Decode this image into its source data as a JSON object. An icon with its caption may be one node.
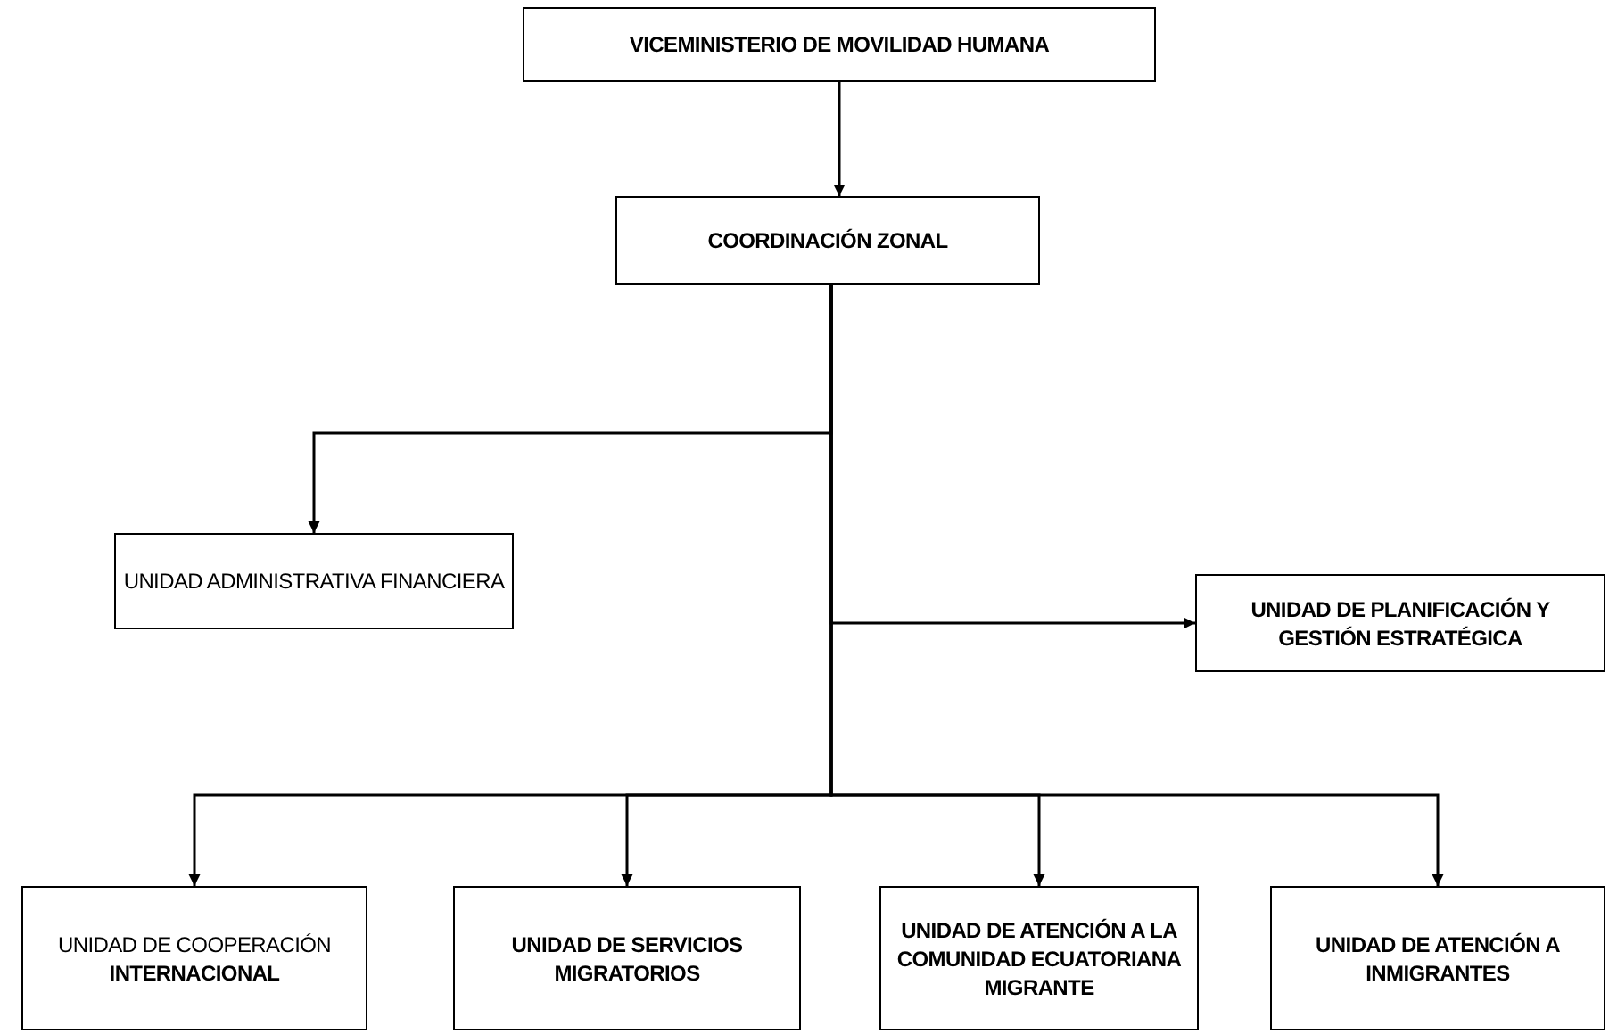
{
  "diagram": {
    "nodes": [
      {
        "text": [
          "VICEMINISTERIO DE MOVILIDAD HUMANA"
        ]
      },
      {
        "text": [
          "COORDINACIÓN ZONAL"
        ]
      },
      {
        "text": [
          "UNIDAD ADMINISTRATIVA FINANCIERA"
        ]
      },
      {
        "text": [
          "UNIDAD DE PLANIFICACIÓN Y GESTIÓN ESTRATÉGICA"
        ]
      },
      {
        "text": [
          "UNIDAD DE COOPERACIÓN **INTERNACIONAL**"
        ]
      },
      {
        "text": [
          "UNIDAD DE SERVICIOS MIGRATORIOS"
        ]
      },
      {
        "text": [
          "UNIDAD DE ATENCIÓN A LA COMUNIDAD ECUATORIANA MIGRANTE"
        ]
      },
      {
        "text": [
          "UNIDAD DE ATENCIÓN A INMIGRANTES"
        ]
      }
    ],
    "edges": [
      {
        "from": 0,
        "to": 1,
        "arrow": "to"
      },
      {
        "from": 1,
        "to": 2,
        "arrow": "to"
      },
      {
        "from": 1,
        "to": 3,
        "arrow": "to"
      },
      {
        "from": 1,
        "to": 4,
        "arrow": "to"
      },
      {
        "from": 1,
        "to": 5,
        "arrow": "to"
      },
      {
        "from": 1,
        "to": 6,
        "arrow": "to"
      },
      {
        "from": 1,
        "to": 7,
        "arrow": "to"
      }
    ]
  }
}
